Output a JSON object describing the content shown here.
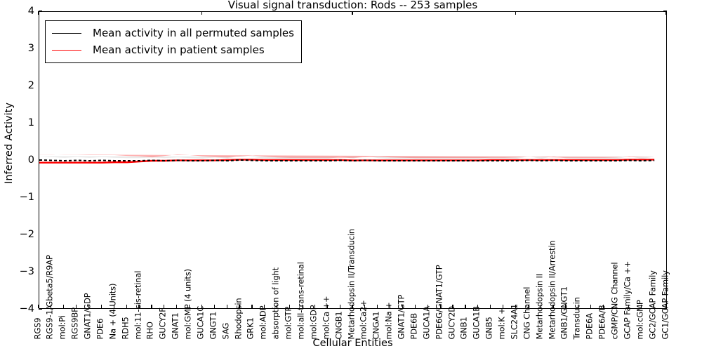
{
  "chart_data": {
    "type": "line",
    "title": "Visual signal transduction: Rods -- 253 samples",
    "xlabel": "Cellular Entities",
    "ylabel": "Inferred Activity",
    "ylim": [
      -4,
      4
    ],
    "yticks": [
      -4,
      -3,
      -2,
      -1,
      0,
      1,
      2,
      3,
      4
    ],
    "ytick_labels": [
      "−4",
      "−3",
      "−2",
      "−1",
      "0",
      "1",
      "2",
      "3",
      "4"
    ],
    "grid": false,
    "legend_position": "upper left",
    "sample_count": 253,
    "categories": [
      "RGS9",
      "RGS9-1/Gbeta5/R9AP",
      "mol:Pi",
      "RGS9BP",
      "GNAT1/GDP",
      "PDE6",
      "Na + (4 Units)",
      "RDH5",
      "mol:11-cis-retinal",
      "RHO",
      "GUCY2F",
      "GNAT1",
      "mol:GMP (4 units)",
      "GUCA1C",
      "GNGT1",
      "SAG",
      "Rhodopsin",
      "GRK1",
      "mol:ADP",
      "absorption of light",
      "mol:GTP",
      "mol:all-trans-retinal",
      "mol:GDP",
      "mol:Ca ++",
      "CNGB1",
      "Metarhodopsin II/Transducin",
      "mol:Ca2+",
      "CNGA1",
      "mol:Na +",
      "GNAT1/GTP",
      "PDE6B",
      "GUCA1A",
      "PDE6G/GNAT1/GTP",
      "GUCY2D",
      "GNB1",
      "GUCA1B",
      "GNB5",
      "mol:K +",
      "SLC24A1",
      "CNG Channel",
      "Metarhodopsin II",
      "Metarhodopsin II/Arrestin",
      "GNB1/GNGT1",
      "Transducin",
      "PDE6A",
      "PDE6A/B",
      "cGMP/CNG Channel",
      "GCAP Family/Ca ++",
      "mol:cGMP",
      "GC2/GCAP Family",
      "GC1/GCAP Family"
    ],
    "series": [
      {
        "name": "Mean activity in all permuted samples",
        "color": "#000000",
        "style": "dashed",
        "values": [
          0.02,
          0.01,
          0.0,
          0.01,
          0.0,
          0.01,
          0.0,
          0.0,
          0.0,
          0.01,
          0.0,
          0.01,
          0.0,
          0.0,
          0.01,
          0.0,
          0.02,
          0.01,
          0.0,
          0.0,
          0.0,
          0.0,
          0.0,
          0.0,
          0.01,
          0.0,
          0.01,
          0.0,
          0.0,
          0.0,
          0.0,
          0.0,
          0.0,
          0.0,
          0.0,
          0.0,
          0.0,
          0.0,
          0.0,
          0.01,
          0.0,
          0.01,
          0.0,
          0.0,
          0.0,
          0.0,
          0.0,
          0.01,
          0.0,
          0.01
        ],
        "band_color": "#bfbfbf",
        "band_alpha": 0.35,
        "band_half_width": [
          0.1,
          0.09,
          0.08,
          0.09,
          0.08,
          0.09,
          0.08,
          0.07,
          0.07,
          0.08,
          0.07,
          0.08,
          0.07,
          0.06,
          0.08,
          0.06,
          0.12,
          0.09,
          0.06,
          0.05,
          0.05,
          0.05,
          0.05,
          0.05,
          0.1,
          0.06,
          0.12,
          0.07,
          0.05,
          0.05,
          0.05,
          0.05,
          0.05,
          0.05,
          0.05,
          0.05,
          0.05,
          0.05,
          0.05,
          0.11,
          0.05,
          0.12,
          0.06,
          0.05,
          0.05,
          0.05,
          0.05,
          0.11,
          0.05,
          0.1
        ]
      },
      {
        "name": "Mean activity in patient samples",
        "color": "#ff0000",
        "style": "solid",
        "values": [
          -0.05,
          -0.05,
          -0.05,
          -0.05,
          -0.05,
          -0.05,
          -0.04,
          -0.04,
          -0.02,
          0.0,
          0.0,
          0.01,
          0.01,
          0.01,
          0.01,
          0.02,
          0.03,
          0.03,
          0.02,
          0.02,
          0.02,
          0.02,
          0.02,
          0.02,
          0.02,
          0.01,
          0.01,
          0.01,
          0.01,
          0.01,
          0.01,
          0.01,
          0.01,
          0.01,
          0.01,
          0.01,
          0.02,
          0.02,
          0.02,
          0.02,
          0.02,
          0.02,
          0.02,
          0.02,
          0.02,
          0.02,
          0.02,
          0.03,
          0.03,
          0.03
        ],
        "band_color": "#ff0000",
        "band_alpha": 0.3,
        "band_half_width": [
          0.22,
          0.22,
          0.21,
          0.21,
          0.2,
          0.2,
          0.19,
          0.17,
          0.14,
          0.09,
          0.13,
          0.16,
          0.14,
          0.11,
          0.09,
          0.07,
          0.09,
          0.11,
          0.09,
          0.07,
          0.06,
          0.06,
          0.06,
          0.06,
          0.06,
          0.07,
          0.09,
          0.1,
          0.08,
          0.07,
          0.06,
          0.06,
          0.06,
          0.06,
          0.06,
          0.06,
          0.06,
          0.06,
          0.07,
          0.09,
          0.08,
          0.07,
          0.06,
          0.06,
          0.06,
          0.06,
          0.07,
          0.09,
          0.08,
          0.07
        ]
      }
    ]
  },
  "legend": {
    "items": [
      {
        "label": "Mean activity in all permuted samples",
        "color": "#000000"
      },
      {
        "label": "Mean activity in patient samples",
        "color": "#ff0000"
      }
    ]
  }
}
